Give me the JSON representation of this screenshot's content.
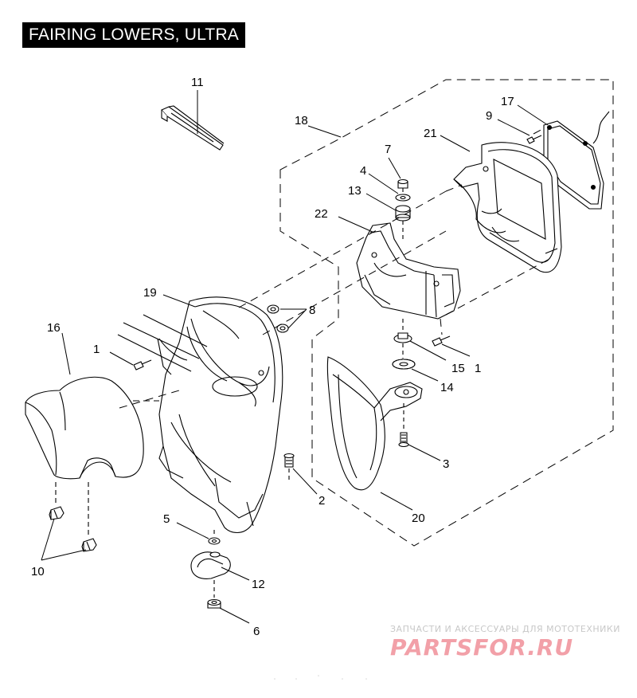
{
  "title": "FAIRING LOWERS, ULTRA",
  "callouts": {
    "c1a": "1",
    "c1b": "1",
    "c2": "2",
    "c3": "3",
    "c4": "4",
    "c5": "5",
    "c6": "6",
    "c7": "7",
    "c8": "8",
    "c9": "9",
    "c10": "10",
    "c11": "11",
    "c12": "12",
    "c13": "13",
    "c14": "14",
    "c15": "15",
    "c16": "16",
    "c17": "17",
    "c18": "18",
    "c19": "19",
    "c20": "20",
    "c21": "21",
    "c22": "22"
  },
  "watermark": {
    "caption": "ЗАПЧАСТИ И АКСЕССУАРЫ ДЛЯ МОТОТЕХНИКИ",
    "brand": "PARTSFOR.RU",
    "brand_color": "#f2a0a8"
  }
}
